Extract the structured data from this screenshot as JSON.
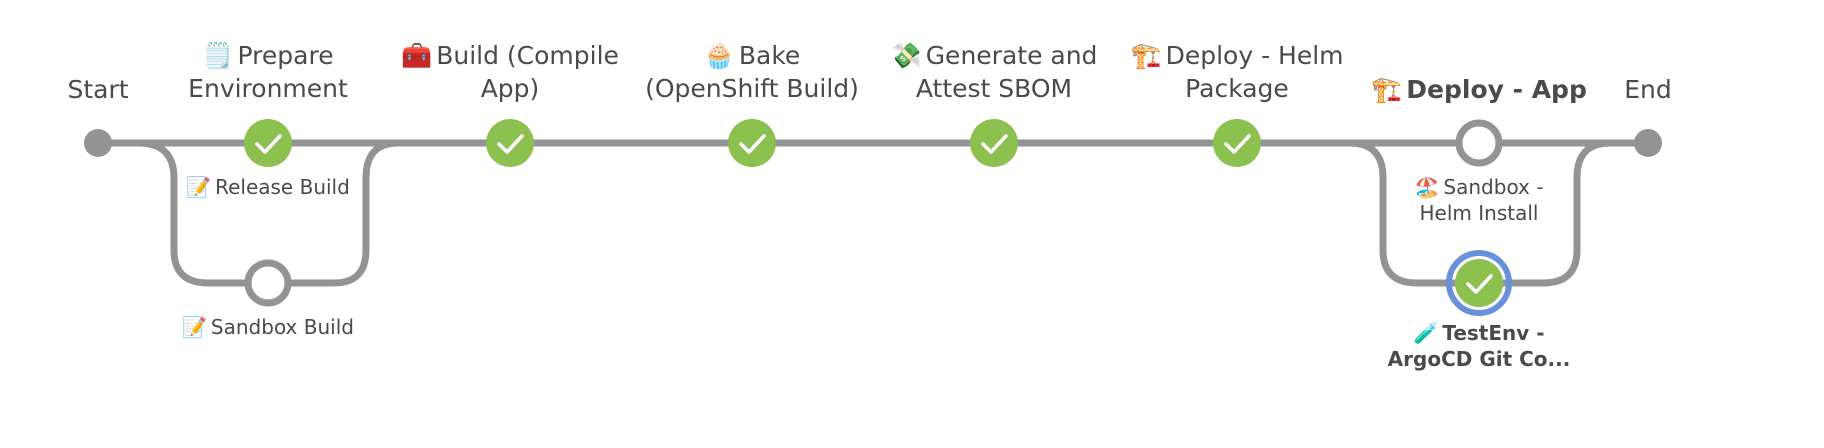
{
  "pipeline": {
    "start_label": "Start",
    "end_label": "End",
    "stages": [
      {
        "icon": "spiral-notepad-icon",
        "glyph": "🗒️",
        "line1": "Prepare",
        "line2": "Environment",
        "status": "success"
      },
      {
        "icon": "toolbox-icon",
        "glyph": "🧰",
        "line1": "Build (Compile",
        "line2": "App)",
        "status": "success"
      },
      {
        "icon": "cupcake-icon",
        "glyph": "🧁",
        "line1": "Bake",
        "line2": "(OpenShift Build)",
        "status": "success"
      },
      {
        "icon": "money-with-wings-icon",
        "glyph": "💸",
        "line1": "Generate and",
        "line2": "Attest SBOM",
        "status": "success"
      },
      {
        "icon": "construction-crane-icon",
        "glyph": "🏗️",
        "line1": "Deploy - Helm",
        "line2": "Package",
        "status": "success"
      },
      {
        "icon": "construction-crane-icon",
        "glyph": "🏗️",
        "line1": "Deploy - App",
        "line2": "",
        "status": "selected-parent"
      }
    ],
    "branches": {
      "prepare": [
        {
          "icon": "memo-icon",
          "glyph": "📝",
          "label": "Release Build",
          "status": "success"
        },
        {
          "icon": "memo-icon",
          "glyph": "📝",
          "label": "Sandbox Build",
          "status": "not-built"
        }
      ],
      "deploy_app": [
        {
          "icon": "beach-umbrella-icon",
          "glyph": "🏖️",
          "line1": "Sandbox -",
          "line2": "Helm Install",
          "status": "not-built"
        },
        {
          "icon": "test-tube-icon",
          "glyph": "🧪",
          "line1": "TestEnv -",
          "line2": "ArgoCD Git Co...",
          "status": "success",
          "selected": true
        }
      ]
    }
  },
  "colors": {
    "pipe": "#949393",
    "success": "#8cc04f",
    "selected": "#6592d8",
    "text": "#4a4a4a"
  }
}
